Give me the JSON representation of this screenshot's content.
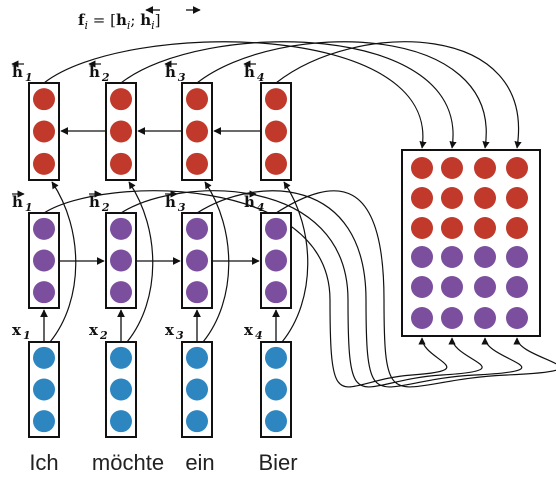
{
  "formula": {
    "lhs": "f",
    "lhs_sub": "i",
    "eq": " = [",
    "h1": "h",
    "sub1": "i",
    "sep": "; ",
    "h2": "h",
    "sub2": "i",
    "close": "]"
  },
  "words": [
    "Ich",
    "möchte",
    "ein",
    "Bier"
  ],
  "backward_labels": [
    {
      "base": "h",
      "sub": "1"
    },
    {
      "base": "h",
      "sub": "2"
    },
    {
      "base": "h",
      "sub": "3"
    },
    {
      "base": "h",
      "sub": "4"
    }
  ],
  "forward_labels": [
    {
      "base": "h",
      "sub": "1"
    },
    {
      "base": "h",
      "sub": "2"
    },
    {
      "base": "h",
      "sub": "3"
    },
    {
      "base": "h",
      "sub": "4"
    }
  ],
  "input_labels": [
    {
      "base": "x",
      "sub": "1"
    },
    {
      "base": "x",
      "sub": "2"
    },
    {
      "base": "x",
      "sub": "3"
    },
    {
      "base": "x",
      "sub": "4"
    }
  ],
  "colors": {
    "red": "#c0392b",
    "purple": "#7b4f9e",
    "blue": "#2e86c1",
    "line": "#111111"
  }
}
